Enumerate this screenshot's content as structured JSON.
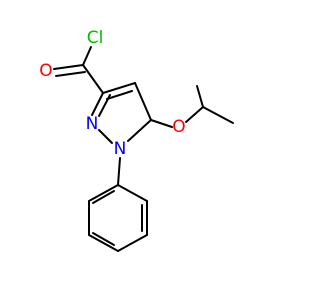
{
  "colors": {
    "background": "#ffffff",
    "bond": "#000000",
    "chlorine": "#00c000",
    "oxygen": "#ff0000",
    "nitrogen": "#0000ff"
  },
  "atoms": {
    "cl": "Cl",
    "o_carbonyl": "O",
    "o_ether": "O",
    "n2": "N",
    "n1": "N"
  }
}
